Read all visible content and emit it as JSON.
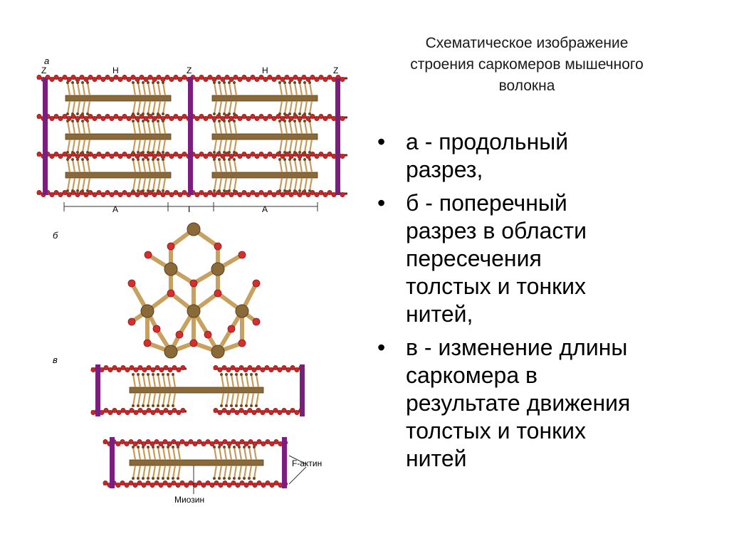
{
  "title": {
    "lines": [
      "Схематическое изображение",
      "строения саркомеров мышечного",
      "волокна"
    ]
  },
  "bullets": [
    {
      "marker": "•",
      "lines": [
        "а - продольный",
        "разрез,"
      ]
    },
    {
      "marker": "•",
      "lines": [
        "б - поперечный",
        "разрез в области",
        "пересечения",
        "толстых и тонких",
        "нитей,"
      ]
    },
    {
      "marker": "•",
      "lines": [
        "в - изменение длины",
        "саркомера в",
        "результате движения",
        "толстых и тонких",
        "нитей"
      ]
    }
  ],
  "figure": {
    "panel_labels": {
      "a": "а",
      "b": "б",
      "c": "в"
    },
    "z_label": "Z",
    "h_label": "H",
    "a_band_label": "A",
    "i_band_label": "I",
    "actin_label": "F-актин",
    "myosin_label": "Миозин",
    "colors": {
      "z_disc": "#7b1e7e",
      "actin": "#c62828",
      "actin_dark": "#8b1a1a",
      "myosin": "#8a6a3a",
      "myosin_head": "#c79a5a",
      "hub": "#8b6a3a",
      "node": "#d32f2f",
      "link": "#c8a060"
    }
  }
}
